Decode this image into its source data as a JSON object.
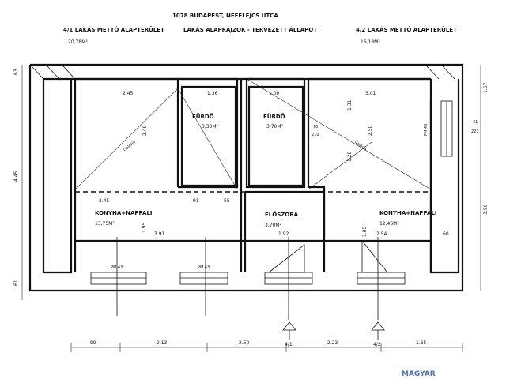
{
  "header": {
    "address": "1078 BUDAPEST, NEFELEJCS UTCA",
    "left_label": "4/1 LAKÁS METTÓ ALAPTERÜLET",
    "left_area": "20,78M²",
    "center_label": "LAKÁS ALAPRAJZOK - TERVEZETT ÁLLAPOT",
    "right_label": "4/2 LAKÁS METTÓ ALAPTERÜLET",
    "right_area": "16,18M²"
  },
  "rooms": {
    "furdo_left": {
      "name": "FÜRDŐ",
      "area": "3,33M²"
    },
    "furdo_right": {
      "name": "FÜRDŐ",
      "area": "3,70M²"
    },
    "konyha_left": {
      "name": "KONYHA+NAPPALI",
      "area": "13,75M²"
    },
    "eloszoba": {
      "name": "ELŐSZOBA",
      "area": "3,70M²"
    },
    "konyha_right": {
      "name": "KONYHA+NAPPALI",
      "area": "12,46M²"
    }
  },
  "dims": {
    "top_245": "2.45",
    "top_136": "1.36",
    "top_100": "1.00",
    "top_301": "3.01",
    "left_63": "63",
    "left_445": "4.45",
    "left_61": "61",
    "right_167": "1.67",
    "right_396": "3.96",
    "v_249": "2.49",
    "v_250": "2.50",
    "v_131": "1.31",
    "v_128": "1.28",
    "mid_245": "2.45",
    "mid_91": "91",
    "mid_55": "55",
    "mid_195": "1.95",
    "mid_391": "3.91",
    "mid_192": "1.92",
    "mid_185": "1.85",
    "mid_254": "2.54",
    "mid_60": "60",
    "door_70": "70",
    "door_210": "210",
    "door_41": "41",
    "door_221": "221",
    "bot_99": "99",
    "bot_213": "2.13",
    "bot_250": "2.50",
    "bot_223": "2.23",
    "bot_165": "1.65",
    "pm_left": "PM 43",
    "pm_mid": "PM 63",
    "pm_right": "PM 45",
    "galeria": "Galéria",
    "unit_41": "4/1",
    "unit_42": "4/2",
    "stamp": "MAGYAR"
  }
}
